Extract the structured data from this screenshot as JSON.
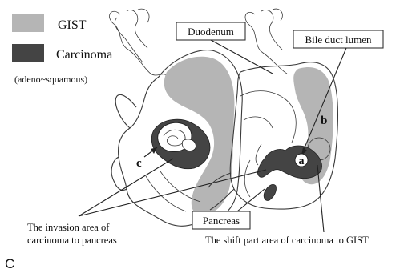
{
  "legend": {
    "gist_label": "GIST",
    "carcinoma_label": "Carcinoma",
    "carcinoma_sub": "(adeno~squamous)"
  },
  "callouts": {
    "duodenum": "Duodenum",
    "bile_duct_lumen": "Bile duct lumen",
    "pancreas": "Pancreas",
    "invasion_line1": "The invasion area of",
    "invasion_line2": "carcinoma to pancreas",
    "shift_area": "The shift part area of carcinoma to GIST"
  },
  "region_labels": {
    "a": "a",
    "b": "b",
    "c": "c"
  },
  "panel_label": "C",
  "colors": {
    "gist": "#b5b5b5",
    "carcinoma": "#444444",
    "outline": "#3a3a3a"
  }
}
